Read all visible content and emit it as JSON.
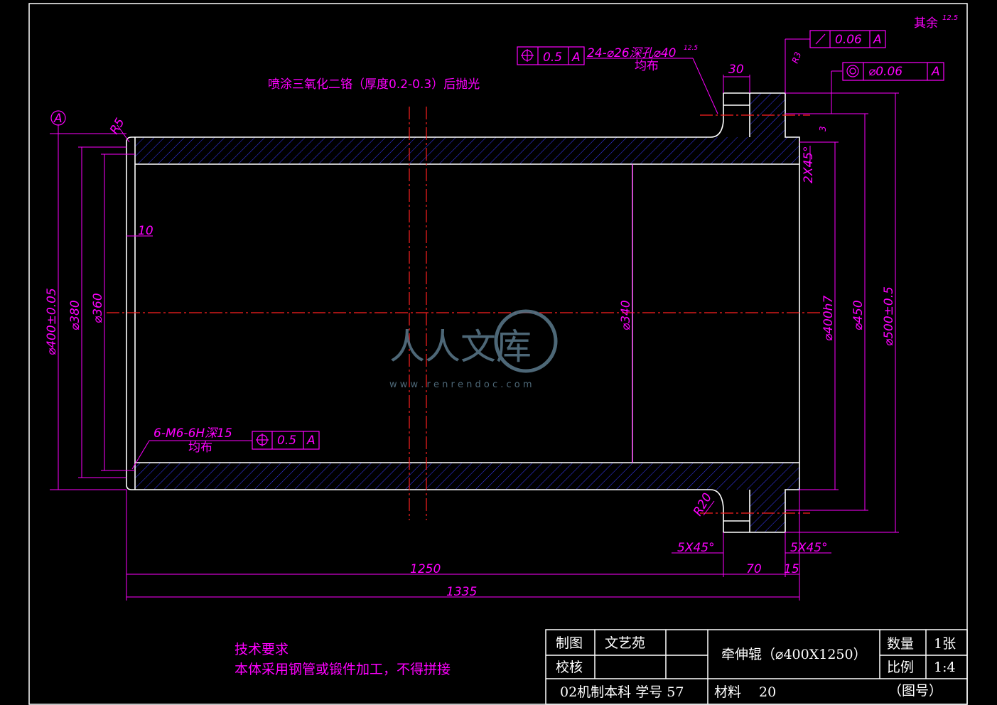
{
  "surface_note": {
    "text": "其余",
    "roughness": "12.5"
  },
  "coating_note": "喷涂三氧化二铬（厚度0.2-0.3）后抛光",
  "datum": "A",
  "tolerance_frames": {
    "hole_position": {
      "value": "0.5",
      "datum": "A"
    },
    "runout": {
      "value": "0.06",
      "datum": "A"
    },
    "concentricity": {
      "value": "⌀0.06",
      "datum": "A"
    },
    "thread_position": {
      "value": "0.5",
      "datum": "A"
    }
  },
  "hole_callout": {
    "line1": "24-⌀26深孔⌀40",
    "line2": "均布",
    "roughness": "12.5"
  },
  "thread_callout": {
    "line1": "6-M6-6H深15",
    "line2": "均布"
  },
  "dimensions": {
    "groove_width": "30",
    "r5": "R5",
    "r20": "R20",
    "r3": "R3",
    "d400_tol": "⌀400±0.05",
    "d380": "⌀380",
    "d360": "⌀360",
    "d10": "10",
    "d340": "⌀340",
    "d400h7": "⌀400h7",
    "d450": "⌀450",
    "d500": "⌀500±0.5",
    "chamfer_2x45": "2X45°",
    "chamfer_5x45_left": "5X45°",
    "chamfer_5x45_right": "5X45°",
    "small_3": "3",
    "l1250": "1250",
    "l70": "70",
    "l15": "15",
    "l1335": "1335"
  },
  "tech_req": {
    "title": "技术要求",
    "body": "本体采用钢管或锻件加工，不得拼接"
  },
  "title_block": {
    "draw_label": "制图",
    "draw_name": "文艺苑",
    "check_label": "校核",
    "part_name": "牵伸辊（⌀400X1250）",
    "qty_label": "数量",
    "qty_value": "1张",
    "scale_label": "比例",
    "scale_value": "1:4",
    "class_info": "02机制本科  学号  57",
    "material_label": "材料",
    "material_value": "20",
    "drawing_no": "（图号）"
  },
  "watermark": {
    "text": "人人文库",
    "url": "w w w . r e n r e n d o c . c o m"
  },
  "colors": {
    "outline": "#ffffff",
    "dim": "#ff00ff",
    "hatch": "#3a3aff",
    "center": "#ff2020"
  }
}
